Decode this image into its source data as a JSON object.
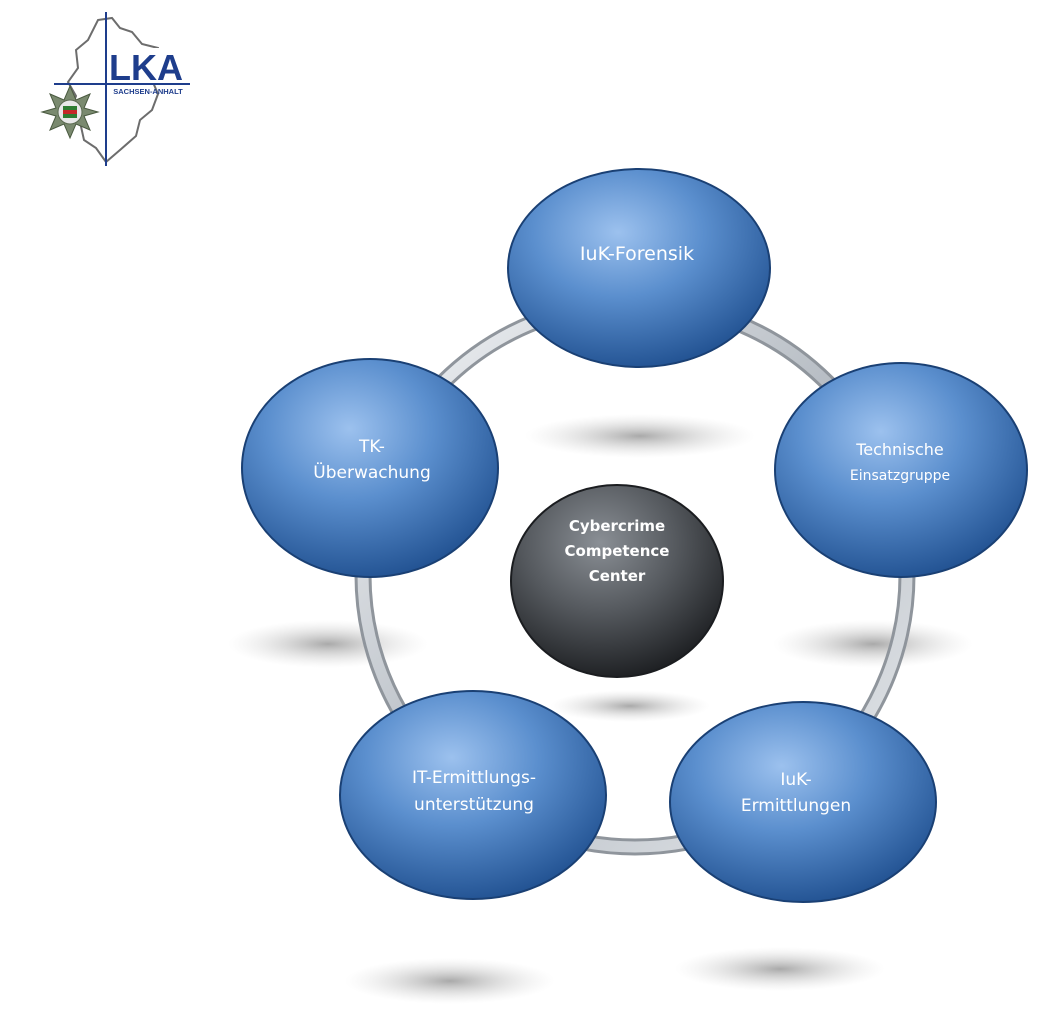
{
  "logo": {
    "abbr": "LKA",
    "region": "SACHSEN-ANHALT"
  },
  "center": {
    "lines": [
      "Cybercrime",
      "Competence",
      "Center"
    ]
  },
  "nodes": [
    {
      "id": "iuk-forensik",
      "lines": [
        "IuK-Forensik"
      ]
    },
    {
      "id": "technische-einsatzgruppe",
      "lines": [
        "Technische",
        "Einsatzgruppe"
      ]
    },
    {
      "id": "iuk-ermittlungen",
      "lines": [
        "IuK-",
        "Ermittlungen"
      ]
    },
    {
      "id": "it-ermittlungsunterstuetzung",
      "lines": [
        "IT-Ermittlungs-",
        "unterstützung"
      ]
    },
    {
      "id": "tk-ueberwachung",
      "lines": [
        "TK-",
        "Überwachung"
      ]
    }
  ],
  "colors": {
    "node_fill": "#4f86c6",
    "node_light": "#8db6e8",
    "node_dark": "#1f4f8f",
    "center_fill": "#55595e",
    "ring": "#c9ced4",
    "logo_blue": "#1e3d8c"
  }
}
